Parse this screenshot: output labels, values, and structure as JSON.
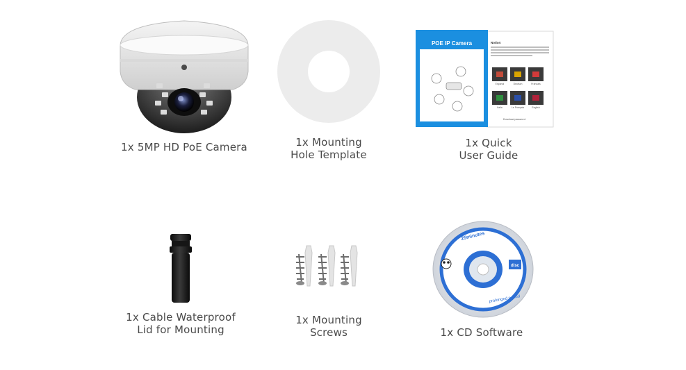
{
  "items": [
    {
      "id": "camera",
      "caption": [
        "1x 5MP HD PoE Camera"
      ]
    },
    {
      "id": "template",
      "caption": [
        "1x Mounting",
        "Hole Template"
      ]
    },
    {
      "id": "guide",
      "caption": [
        "1x Quick",
        "User Guide"
      ]
    },
    {
      "id": "lid",
      "caption": [
        "1x Cable Waterproof",
        "Lid for Mounting"
      ]
    },
    {
      "id": "screws",
      "caption": [
        "1x Mounting",
        "Screws"
      ]
    },
    {
      "id": "cd",
      "caption": [
        "1x CD Software"
      ]
    }
  ],
  "guide_booklet": {
    "title": "POE IP Camera",
    "subtitle": "Quick User Guide",
    "notice": "Notice:",
    "flag_labels": [
      "Espanol",
      "Deutsch",
      "Francais",
      "Italia",
      "Le Français",
      "English"
    ],
    "download_password": "Download password:"
  },
  "cd_disc": {
    "top_text": "25minutes",
    "bottom_text": "prolonged period",
    "brand": "disc"
  },
  "colors": {
    "booklet_blue": "#1b8fe0",
    "cd_ring_blue": "#2d6fd4",
    "text_gray": "#4a4a4a"
  }
}
